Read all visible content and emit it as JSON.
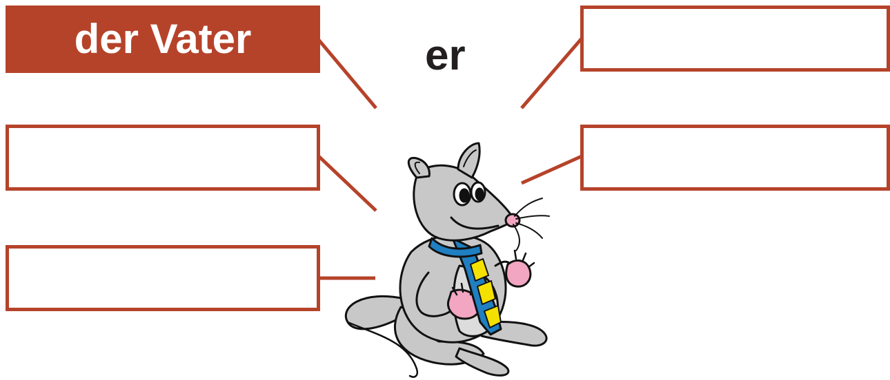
{
  "labels": {
    "father_box": "der Vater",
    "pronoun": "er"
  },
  "answer_boxes": [
    {
      "id": "top-right",
      "value": ""
    },
    {
      "id": "middle-left",
      "value": ""
    },
    {
      "id": "middle-right",
      "value": ""
    },
    {
      "id": "bottom-left",
      "value": ""
    }
  ],
  "colors": {
    "accent": "#b5432a",
    "text": "#231f20",
    "mouse_body": "#c8c8c8",
    "tie_blue": "#1f7fc1",
    "tie_yellow": "#f5e100",
    "pink": "#f2a6c2"
  },
  "illustration": {
    "icon": "mouse-with-tie-icon"
  }
}
